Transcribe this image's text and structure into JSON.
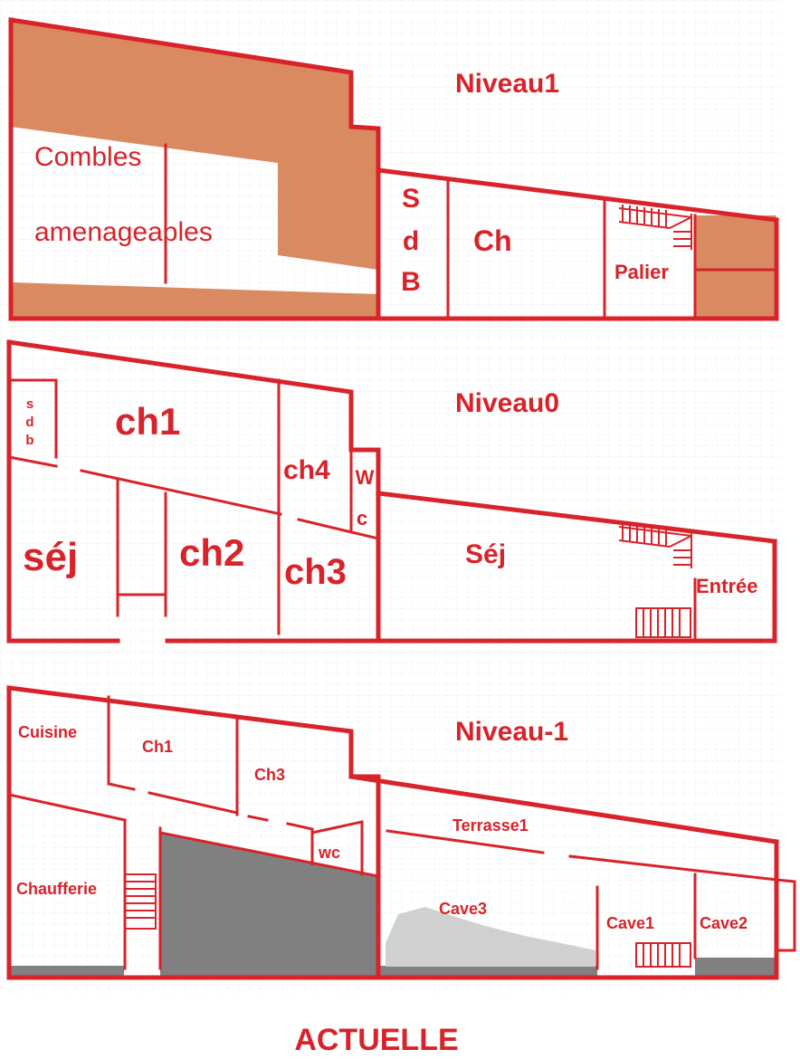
{
  "colors": {
    "wall": "#d8232a",
    "attic": "#d98a61",
    "ground": "#808080",
    "grid": "#dddddd",
    "rock": "#d0d0d0"
  },
  "levels": {
    "n1": {
      "title": "Niveau1",
      "attic_line1": "Combles",
      "attic_line2": "amenageables",
      "sdb_s": "S",
      "sdb_d": "d",
      "sdb_b": "B",
      "ch": "Ch",
      "palier": "Palier"
    },
    "n0": {
      "title": "Niveau0",
      "sdb_s": "s",
      "sdb_d": "d",
      "sdb_b": "b",
      "ch1": "ch1",
      "ch4": "ch4",
      "wc_w": "W",
      "wc_c": "c",
      "sej_left": "séj",
      "ch2": "ch2",
      "ch3": "ch3",
      "sej_right": "Séj",
      "entree": "Entrée"
    },
    "nm1": {
      "title": "Niveau-1",
      "cuisine": "Cuisine",
      "ch1": "Ch1",
      "ch3": "Ch3",
      "wc": "wc",
      "terrasse": "Terrasse1",
      "chaufferie": "Chaufferie",
      "cave3": "Cave3",
      "cave1": "Cave1",
      "cave2": "Cave2"
    }
  },
  "footer": "ACTUELLE"
}
